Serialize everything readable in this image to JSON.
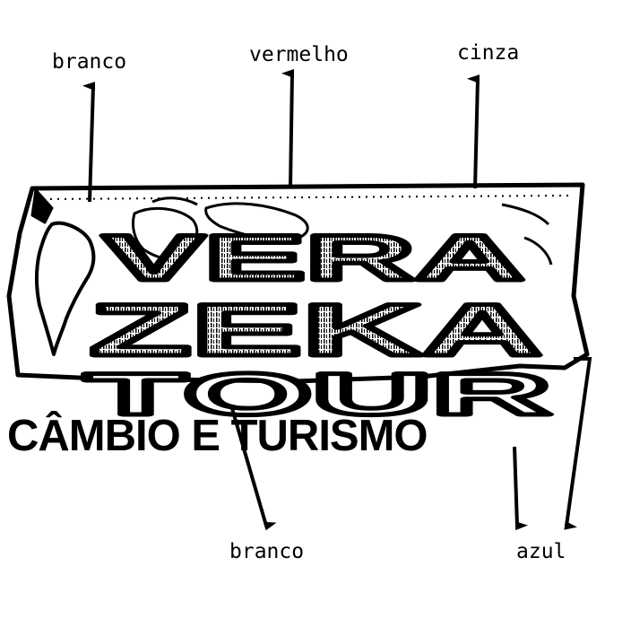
{
  "logo": {
    "line1": "VERA",
    "line2": "ZEKA",
    "line3": "TOUR",
    "subtitle": "CÂMBIO E TURISMO"
  },
  "annotations": {
    "top": [
      {
        "label": "branco"
      },
      {
        "label": "vermelho"
      },
      {
        "label": "cinza"
      }
    ],
    "bottom": [
      {
        "label": "branco"
      },
      {
        "label": "azul"
      }
    ]
  },
  "colors": {
    "ink": "#000000",
    "paper": "#ffffff"
  }
}
